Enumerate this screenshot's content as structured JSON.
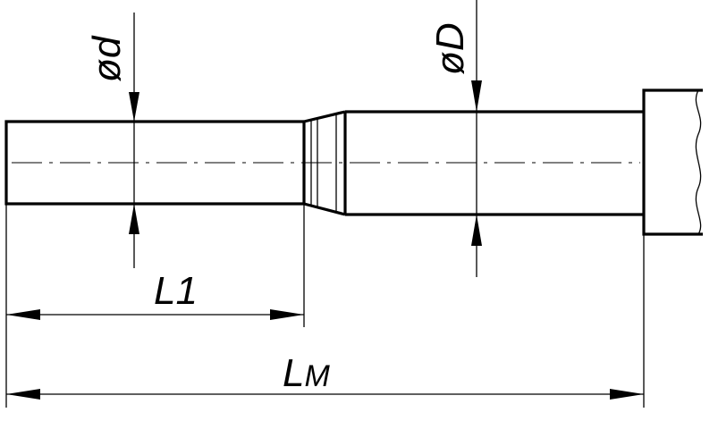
{
  "labels": {
    "small_diameter": "ød",
    "large_diameter": "øD",
    "length_l1": "L1",
    "length_lm_main": "L",
    "length_lm_sub": "M"
  }
}
